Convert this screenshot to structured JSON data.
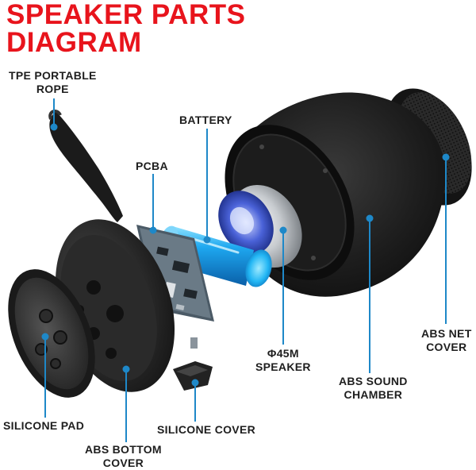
{
  "title": {
    "line1": "SPEAKER PARTS",
    "line2": "DIAGRAM"
  },
  "labels": {
    "rope": [
      "TPE PORTABLE",
      "ROPE"
    ],
    "battery": "BATTERY",
    "pcba": "PCBA",
    "speaker": [
      "Φ45M",
      "SPEAKER"
    ],
    "sound_chamber": [
      "ABS SOUND",
      "CHAMBER"
    ],
    "net_cover": [
      "ABS NET",
      "COVER"
    ],
    "silicone_pad": "SILICONE PAD",
    "bottom_cover": [
      "ABS BOTTOM",
      "COVER"
    ],
    "silicone_cover": "SILICONE COVER"
  },
  "colors": {
    "title": "#e8141c",
    "leader_line": "#1e88c8",
    "part_body": "#1a1a1a",
    "battery_glow": "#1ea8f0"
  }
}
